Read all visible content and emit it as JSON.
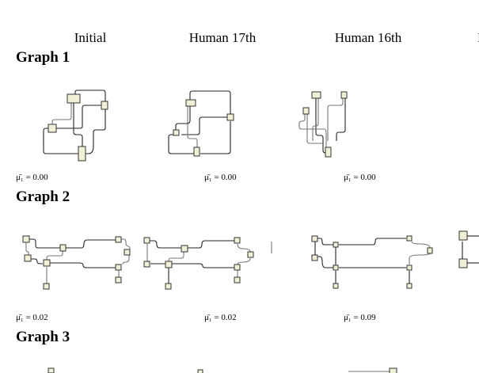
{
  "columns": [
    "Initial",
    "Human 17th",
    "Human 16th",
    "H"
  ],
  "graphs": [
    {
      "title": "Graph 1",
      "scores": [
        "μ̄₁ = 0.00",
        "μ̄₁ = 0.00",
        "μ̄₁ = 0.00"
      ]
    },
    {
      "title": "Graph 2",
      "scores": [
        "μ̄₁ = 0.02",
        "μ̄₁ = 0.02",
        "μ̄₁ = 0.09"
      ]
    },
    {
      "title": "Graph 3"
    }
  ],
  "colors": {
    "node_fill": "#f1f0d6",
    "edge": "#222222"
  }
}
